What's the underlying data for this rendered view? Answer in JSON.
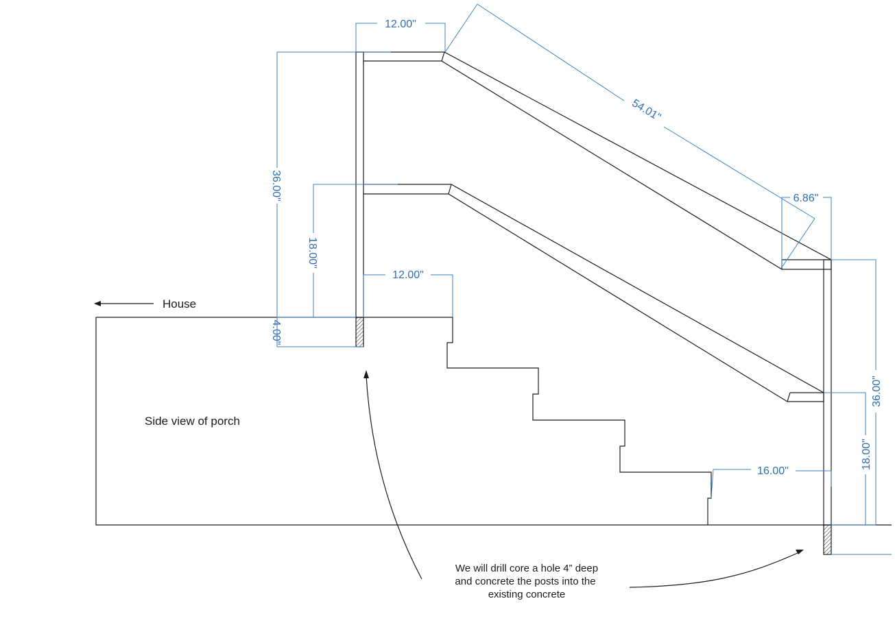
{
  "labels": {
    "house": "House",
    "side_view": "Side view of porch",
    "note_line1": "We will drill core a hole 4” deep",
    "note_line2": "and concrete the posts into the",
    "note_line3": "existing concrete"
  },
  "dimensions": {
    "top_rail_overhang": "12.00\"",
    "rail_length": "54.01\"",
    "lower_post_offset": "6.86\"",
    "upper_post_height": "36.00\"",
    "upper_mid_rail_height": "18.00\"",
    "upper_mid_rail_width": "12.00\"",
    "post_embed_depth": "4.00\"",
    "lower_post_height": "36.00\"",
    "lower_mid_rail_height": "18.00\"",
    "lower_mid_rail_width": "16.00\""
  },
  "colors": {
    "line": "#1a1a1a",
    "dimension": "#3b82c4",
    "dimension_text": "#2f6fae"
  }
}
